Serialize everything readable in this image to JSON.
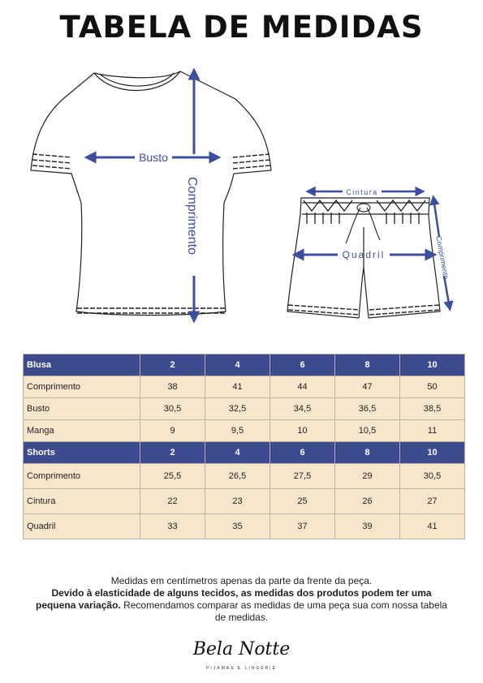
{
  "title": "TABELA DE MEDIDAS",
  "diagram": {
    "blusa_labels": {
      "busto": "Busto",
      "comprimento": "Comprimento"
    },
    "shorts_labels": {
      "cintura": "Cintura",
      "quadril": "Quadril",
      "comprimento": "Comprimento"
    },
    "accent_color": "#3d4f9c"
  },
  "table": {
    "blusa": {
      "header": "Blusa",
      "sizes": [
        "2",
        "4",
        "6",
        "8",
        "10"
      ],
      "rows": [
        {
          "label": "Comprimento",
          "values": [
            "38",
            "41",
            "44",
            "47",
            "50"
          ]
        },
        {
          "label": "Busto",
          "values": [
            "30,5",
            "32,5",
            "34,5",
            "36,5",
            "38,5"
          ]
        },
        {
          "label": "Manga",
          "values": [
            "9",
            "9,5",
            "10",
            "10,5",
            "11"
          ]
        }
      ]
    },
    "shorts": {
      "header": "Shorts",
      "sizes": [
        "2",
        "4",
        "6",
        "8",
        "10"
      ],
      "rows": [
        {
          "label": "Comprimento",
          "values": [
            "25,5",
            "26,5",
            "27,5",
            "29",
            "30,5"
          ]
        },
        {
          "label": "Cintura",
          "values": [
            "22",
            "23",
            "25",
            "26",
            "27"
          ]
        },
        {
          "label": "Quadril",
          "values": [
            "33",
            "35",
            "37",
            "39",
            "41"
          ]
        }
      ]
    },
    "header_color": "#3d4a8e",
    "row_color": "#f6e6cc"
  },
  "notes": {
    "line1": "Medidas em centímetros apenas da parte da frente da peça.",
    "bold": "Devido à elasticidade de alguns tecidos, as medidas dos produtos podem ter uma pequena variação.",
    "rest": " Recomendamos comparar as medidas de uma peça sua com nossa tabela de medidas."
  },
  "brand": {
    "name": "Bela Notte",
    "tagline": "PIJAMAS E LINGERIE"
  }
}
